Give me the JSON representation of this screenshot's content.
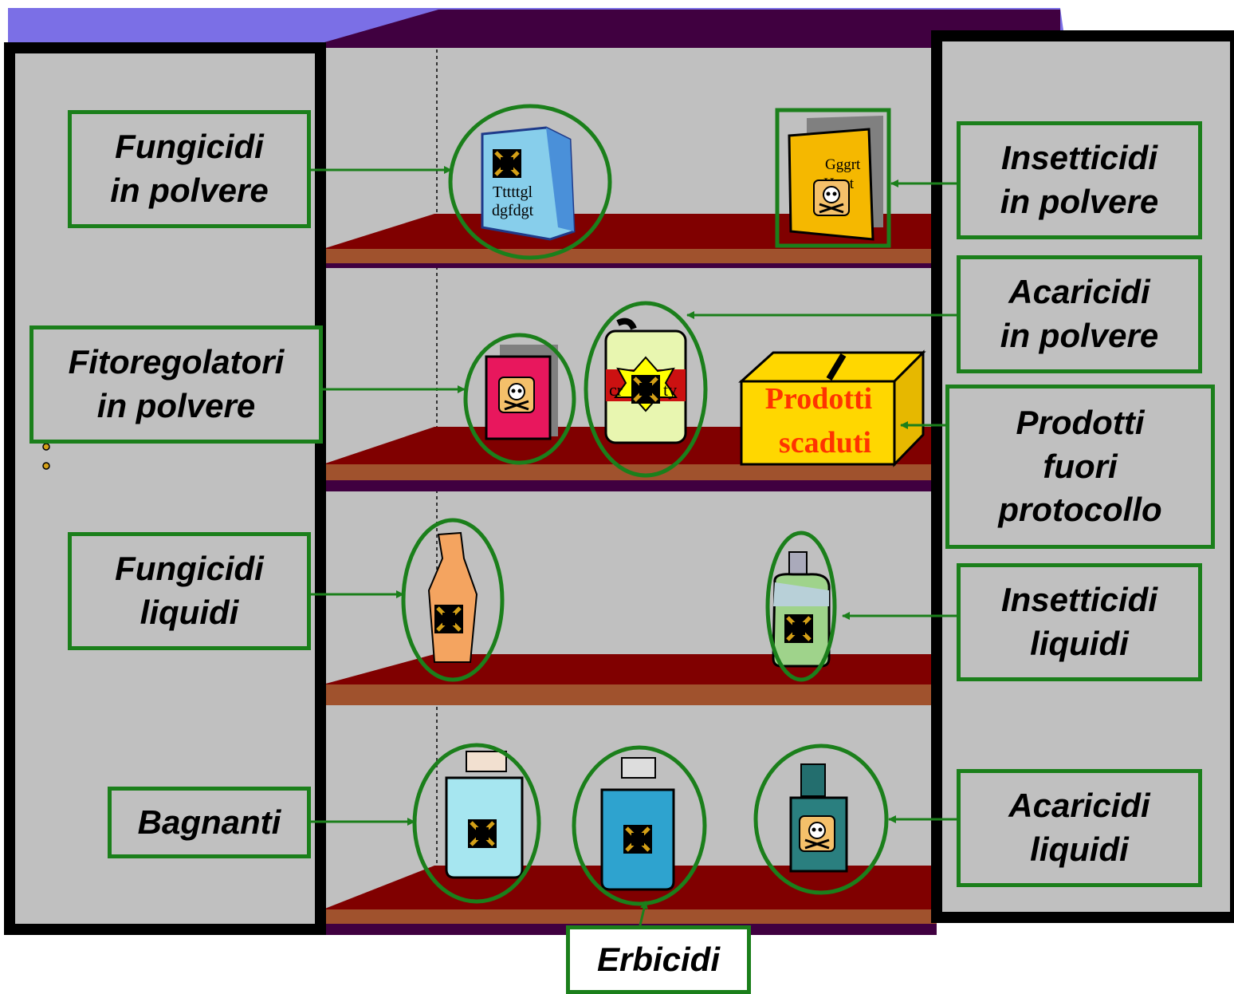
{
  "labels": {
    "fungicidi_polvere": "Fungicidi\nin polvere",
    "fitoregolatori_polvere": "Fitoregolatori\nin polvere",
    "fungicidi_liquidi": "Fungicidi\nliquidi",
    "bagnanti": "Bagnanti",
    "insetticidi_polvere": "Insetticidi\nin polvere",
    "acaricidi_polvere": "Acaricidi\nin polvere",
    "prodotti_fuori_protocollo": "Prodotti\nfuori\nprotocollo",
    "insetticidi_liquidi": "Insetticidi\nliquidi",
    "acaricidi_liquidi": "Acaricidi\nliquidi",
    "erbicidi": "Erbicidi"
  },
  "box": {
    "line1": "Prodotti",
    "line2": "scaduti"
  },
  "package_text": {
    "blue_bag_1": "Tttttgl",
    "blue_bag_2": "dgfdgt",
    "yellow_bag_1": "Gggrt",
    "yellow_bag_2": "Hyut",
    "can_left": "cr",
    "can_right": "ty"
  },
  "colors": {
    "cabinet_top": "#7b6fe6",
    "cabinet_back": "#c0c0c0",
    "shelf": "#800000",
    "shelf_edge": "#a0522d",
    "label_border": "#1b7f1b",
    "box_fill": "#ffd700",
    "box_text": "#ff3300"
  }
}
